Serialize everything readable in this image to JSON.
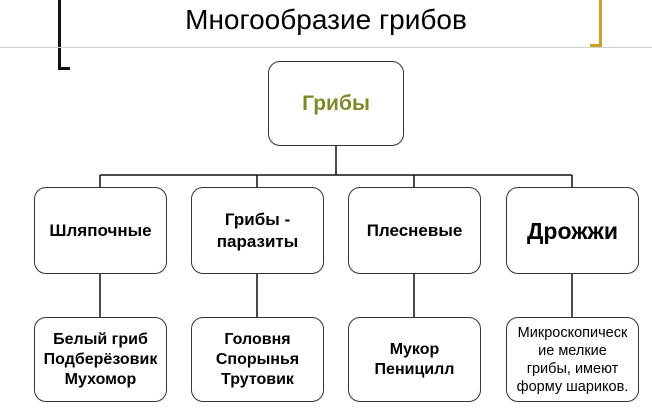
{
  "header": {
    "title": "Многообразие грибов"
  },
  "diagram": {
    "root": {
      "label": "Грибы",
      "color": "#7e8a2a"
    },
    "categories": [
      {
        "label": "Шляпочные",
        "items": "Белый гриб\nПодберёзовик\nМухомор"
      },
      {
        "label": "Грибы -\nпаразиты",
        "items": "Головня\nСпорынья\nТрутовик"
      },
      {
        "label": "Плесневые",
        "items": "Мукор\nПеницилл"
      },
      {
        "label": "Дрожжи",
        "items": "Микроскопическ\nие мелкие\nгрибы, имеют\nформу шариков."
      }
    ]
  }
}
